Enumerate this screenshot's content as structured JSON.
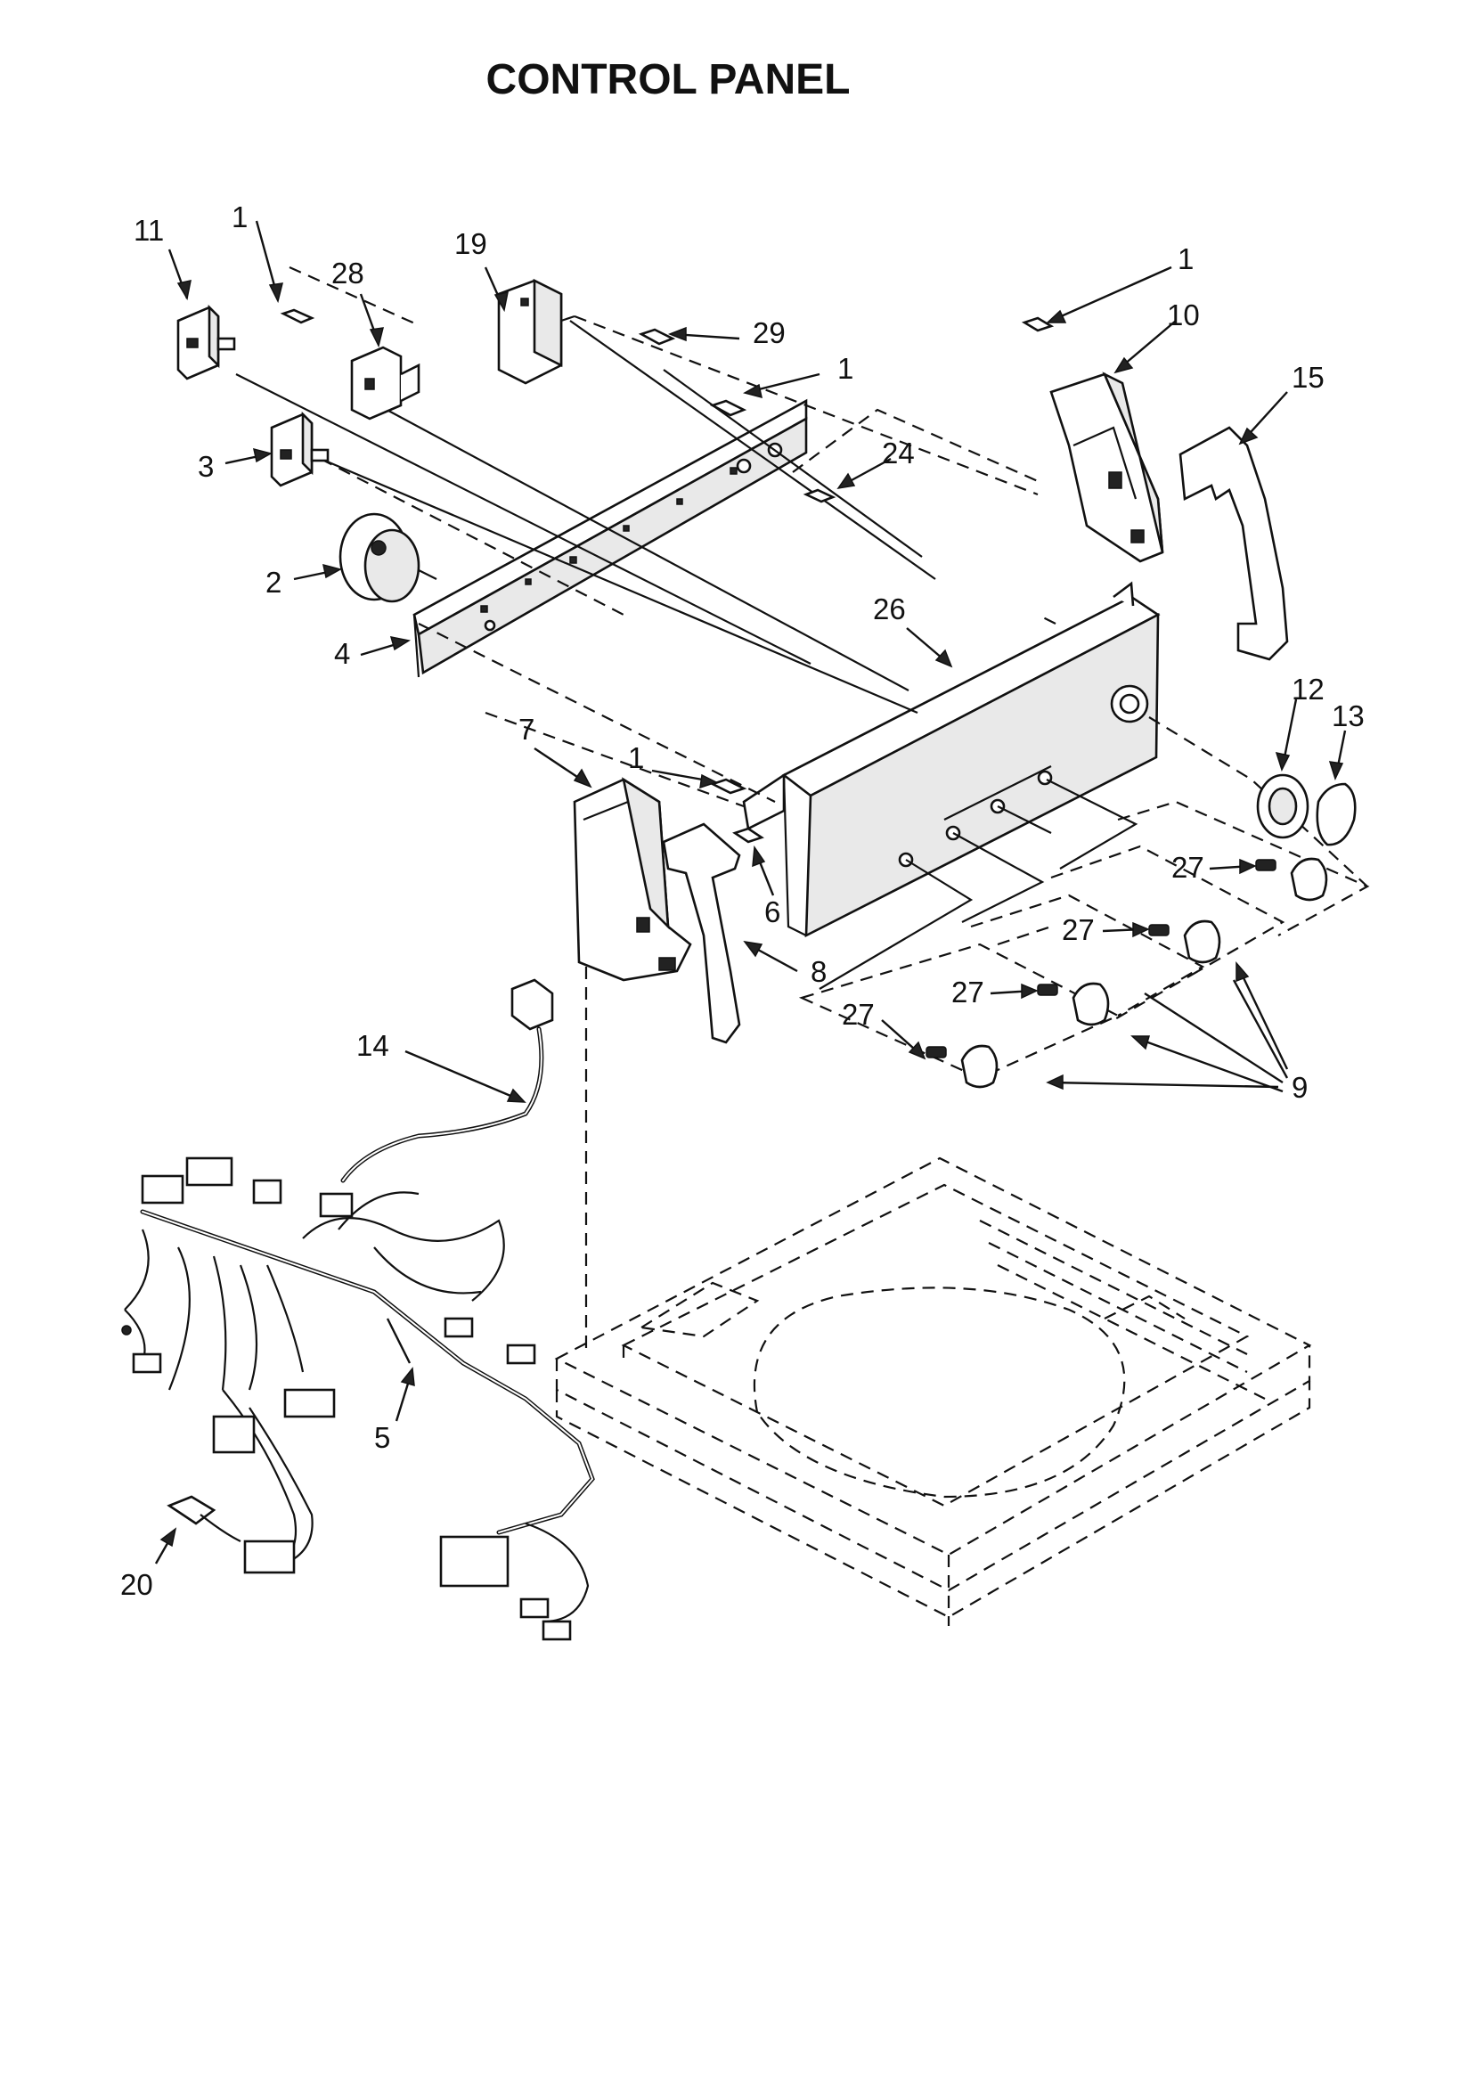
{
  "title": "CONTROL PANEL",
  "callouts": [
    {
      "id": "c11",
      "label": "11"
    },
    {
      "id": "c1a",
      "label": "1"
    },
    {
      "id": "c28",
      "label": "28"
    },
    {
      "id": "c19",
      "label": "19"
    },
    {
      "id": "c29",
      "label": "29"
    },
    {
      "id": "c1b",
      "label": "1"
    },
    {
      "id": "c1c",
      "label": "1"
    },
    {
      "id": "c10",
      "label": "10"
    },
    {
      "id": "c15",
      "label": "15"
    },
    {
      "id": "c3",
      "label": "3"
    },
    {
      "id": "c24",
      "label": "24"
    },
    {
      "id": "c2",
      "label": "2"
    },
    {
      "id": "c26",
      "label": "26"
    },
    {
      "id": "c4",
      "label": "4"
    },
    {
      "id": "c12",
      "label": "12"
    },
    {
      "id": "c13",
      "label": "13"
    },
    {
      "id": "c7",
      "label": "7"
    },
    {
      "id": "c1d",
      "label": "1"
    },
    {
      "id": "c27a",
      "label": "27"
    },
    {
      "id": "c6",
      "label": "6"
    },
    {
      "id": "c27b",
      "label": "27"
    },
    {
      "id": "c8",
      "label": "8"
    },
    {
      "id": "c27c",
      "label": "27"
    },
    {
      "id": "c14",
      "label": "14"
    },
    {
      "id": "c27d",
      "label": "27"
    },
    {
      "id": "c9",
      "label": "9"
    },
    {
      "id": "c5",
      "label": "5"
    },
    {
      "id": "c20",
      "label": "20"
    }
  ]
}
